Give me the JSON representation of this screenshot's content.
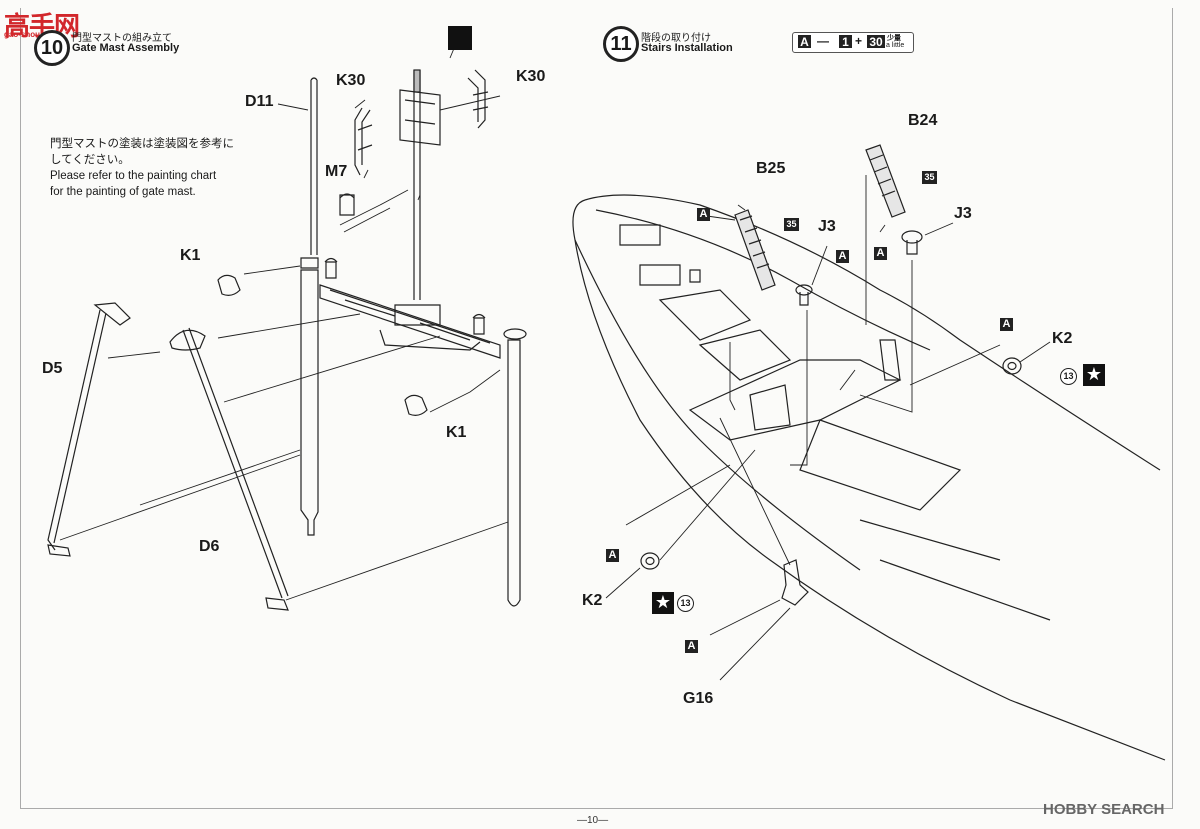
{
  "watermark_left": {
    "logo": "高",
    "chars": "手网",
    "sub": "gao-shou.com"
  },
  "watermark_right": "HOBBY SEARCH",
  "page_number": "—10—",
  "step10": {
    "number": "10",
    "title_jp": "門型マストの組み立て",
    "title_en": "Gate Mast Assembly",
    "note_jp_1": "門型マストの塗装は塗装図を参考に",
    "note_jp_2": "してください。",
    "note_en_1": "Please refer to the painting chart",
    "note_en_2": "for the painting of gate mast.",
    "parts": {
      "d11": "D11",
      "k30_left": "K30",
      "k30_right": "K30",
      "m7": "M7",
      "k1_top": "K1",
      "k1_bottom": "K1",
      "d5": "D5",
      "d6": "D6"
    }
  },
  "step11": {
    "number": "11",
    "title_jp": "階段の取り付け",
    "title_en": "Stairs Installation",
    "legend": {
      "box": "A",
      "dash": "—",
      "p1": "1",
      "plus": "+",
      "p2": "30",
      "jp": "少量",
      "en": "a little"
    },
    "parts": {
      "b24": "B24",
      "b25": "B25",
      "j3_left": "J3",
      "j3_right": "J3",
      "k2_right": "K2",
      "k2_left": "K2",
      "g16": "G16"
    },
    "paint_codes": {
      "a": "A",
      "n35": "35",
      "n13": "13",
      "star": "★"
    }
  },
  "colors": {
    "ink": "#1a1a1a",
    "watermark_red": "#d2272b",
    "paper": "#fbfbf9"
  }
}
